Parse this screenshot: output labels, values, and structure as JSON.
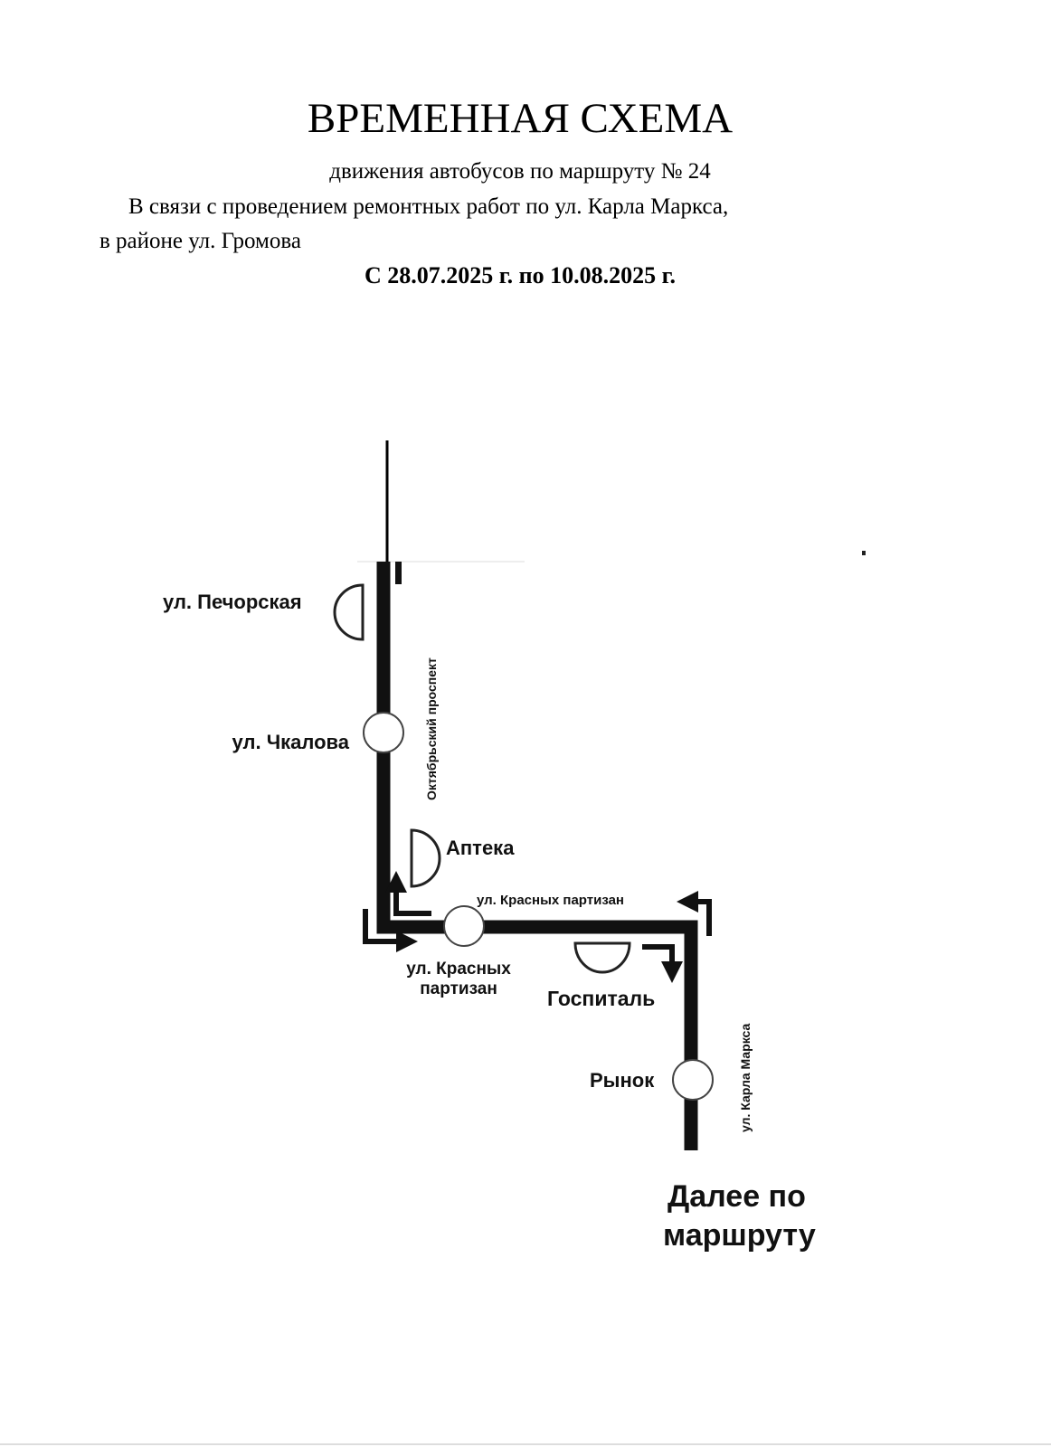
{
  "header": {
    "title": "ВРЕМЕННАЯ СХЕМА",
    "subtitle": "движения автобусов по маршруту № 24",
    "reason_line1": "В связи с проведением ремонтных работ по ул. Карла Маркса,",
    "reason_line2": "в районе ул. Громова",
    "dates": "С 28.07.2025 г. по 10.08.2025 г."
  },
  "map": {
    "streets": {
      "oktyabrsky": "Октябрьский проспект",
      "krasnykh_partizan": "ул. Красных партизан",
      "karla_marksa": "ул. Карла Маркса"
    },
    "stops": {
      "pechorskaya": "ул. Печорская",
      "chkalova": "ул. Чкалова",
      "apteka": "Аптека",
      "krasnykh_partizan_line1": "ул. Красных",
      "krasnykh_partizan_line2": "партизан",
      "gospital": "Госпиталь",
      "rynok": "Рынок"
    },
    "continue_line1": "Далее по",
    "continue_line2": "маршруту"
  }
}
